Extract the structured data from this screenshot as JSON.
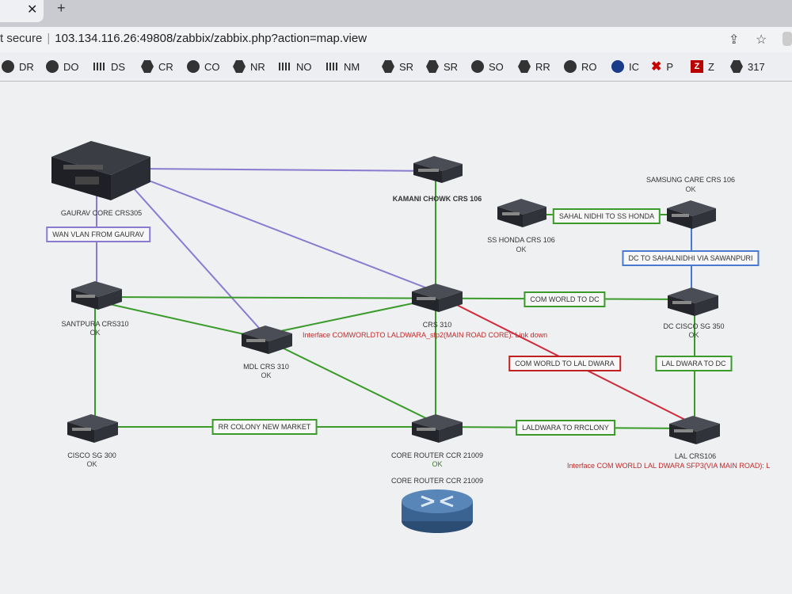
{
  "browser": {
    "tab_close": "✕",
    "new_tab": "+",
    "security": "t secure",
    "url": "103.134.116.26:49808/zabbix/zabbix.php?action=map.view"
  },
  "bookmarks": [
    {
      "label": "DR",
      "icon": "round"
    },
    {
      "label": "DO",
      "icon": "round"
    },
    {
      "label": "DS",
      "icon": "cisco"
    },
    {
      "label": "CR",
      "icon": "hex"
    },
    {
      "label": "CO",
      "icon": "round"
    },
    {
      "label": "NR",
      "icon": "hex"
    },
    {
      "label": "NO",
      "icon": "cisco"
    },
    {
      "label": "NM",
      "icon": "cisco"
    },
    {
      "label": "SR",
      "icon": "hex"
    },
    {
      "label": "SR",
      "icon": "hex"
    },
    {
      "label": "SO",
      "icon": "round"
    },
    {
      "label": "RR",
      "icon": "hex"
    },
    {
      "label": "RO",
      "icon": "round"
    },
    {
      "label": "IC",
      "icon": "blue"
    },
    {
      "label": "P",
      "icon": "red"
    },
    {
      "label": "Z",
      "icon": "zbx"
    },
    {
      "label": "317",
      "icon": "hex"
    }
  ],
  "devices": {
    "gaurav": {
      "name": "GAURAV CORE CRS305"
    },
    "kamani": {
      "name": "KAMANI CHOWK CRS 106"
    },
    "ss_honda": {
      "name": "SS HONDA CRS 106",
      "status": "OK"
    },
    "samsung": {
      "name": "SAMSUNG CARE CRS 106",
      "status": "OK"
    },
    "santpura": {
      "name": "SANTPURA CRS310",
      "status": "OK"
    },
    "crs310": {
      "name": "CRS 310"
    },
    "mdl": {
      "name": "MDL CRS 310",
      "status": "OK"
    },
    "dc_cisco": {
      "name": "DC CISCO SG 350",
      "status": "OK"
    },
    "cisco_sg300": {
      "name": "CISCO SG 300",
      "status": "OK"
    },
    "core_router": {
      "name": "CORE ROUTER CCR 21009",
      "status": "OK"
    },
    "core_router_icon": {
      "name": "CORE ROUTER CCR 21009"
    },
    "lal": {
      "name": "LAL CRS106"
    }
  },
  "links": {
    "wan_vlan": "WAN VLAN FROM GAURAV",
    "sahal_nidhi": "SAHAL NIDHI TO SS HONDA",
    "dc_to_sahal": "DC TO SAHALNIDHI VIA SAWANPURI",
    "com_world_dc": "COM WORLD TO DC",
    "com_world_lal": "COM WORLD TO LAL DWARA",
    "lal_dwara_dc": "LAL DWARA TO DC",
    "rr_colony": "RR COLONY NEW MARKET",
    "laldwara_rr": "LALDWARA TO RRCLONY"
  },
  "errors": {
    "crs310": "Interface COMWORLDTO LALDWARA_sfp2(MAIN ROAD CORE): Link down",
    "lal": "Interface COM WORLD LAL DWARA SFP3(VIA MAIN ROAD): L"
  },
  "colors": {
    "green": "#3a9a2a",
    "purple": "#8a7ad0",
    "blue": "#4a7ad0",
    "red": "#d02a3a",
    "error_text": "#c02a2a"
  }
}
